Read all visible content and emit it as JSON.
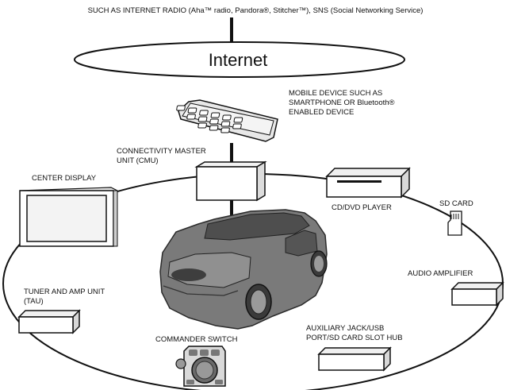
{
  "header_text": "SUCH AS INTERNET RADIO (Aha™ radio, Pandora®, Stitcher™), SNS (Social Networking Service)",
  "cloud_label": "Internet",
  "labels": {
    "mobile_device_line1": "MOBILE DEVICE SUCH AS",
    "mobile_device_line2": "SMARTPHONE OR Bluetooth®",
    "mobile_device_line3": "ENABLED DEVICE",
    "cmu_line1": "CONNECTIVITY MASTER",
    "cmu_line2": "UNIT (CMU)",
    "center_display": "CENTER DISPLAY",
    "cd_dvd_player": "CD/DVD PLAYER",
    "sd_card": "SD CARD",
    "audio_amplifier": "AUDIO AMPLIFIER",
    "tuner_line1": "TUNER AND AMP UNIT",
    "tuner_line2": "(TAU)",
    "commander_switch": "COMMANDER SWITCH",
    "aux_line1": "AUXILIARY JACK/USB",
    "aux_line2": "PORT/SD CARD SLOT HUB"
  },
  "icons": [
    "mobile-phone-icon",
    "car-icon",
    "sd-card-icon",
    "display-icon",
    "commander-knob-icon"
  ]
}
